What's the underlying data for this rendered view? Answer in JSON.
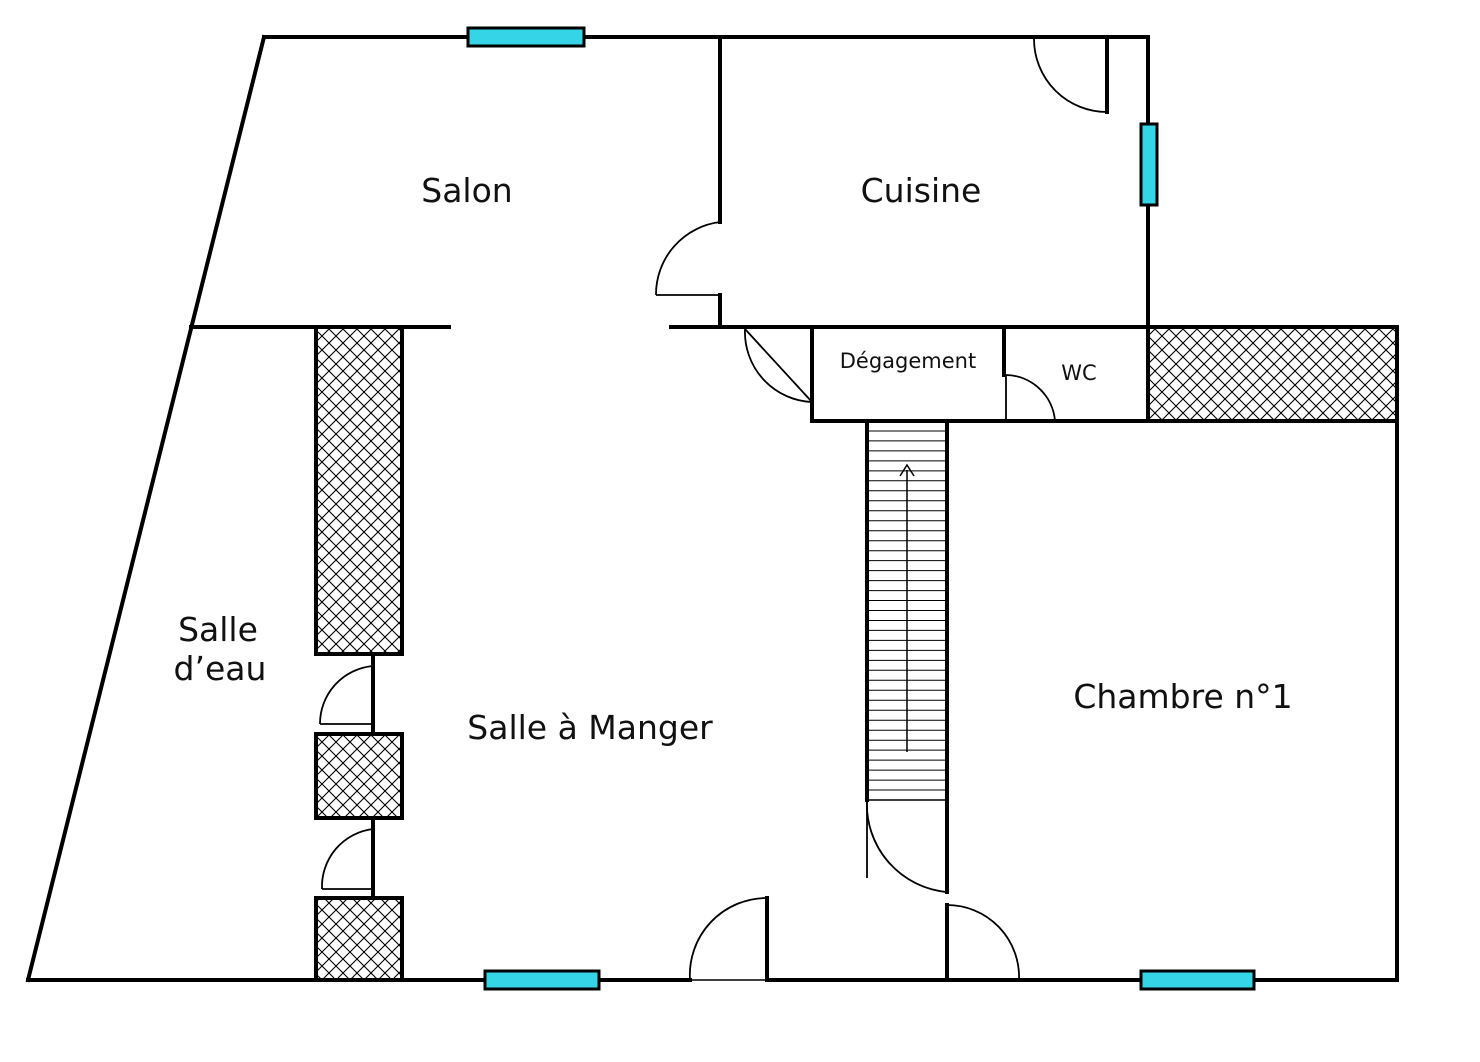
{
  "floorplan": {
    "rooms": {
      "salon": "Salon",
      "cuisine": "Cuisine",
      "degagement": "Dégagement",
      "wc": "WC",
      "salle_eau_line1": "Salle",
      "salle_eau_line2": "d’eau",
      "salle_a_manger": "Salle à Manger",
      "chambre": "Chambre n°1"
    },
    "colors": {
      "wall": "#000000",
      "window": "#35d4e6",
      "background": "#ffffff"
    }
  }
}
